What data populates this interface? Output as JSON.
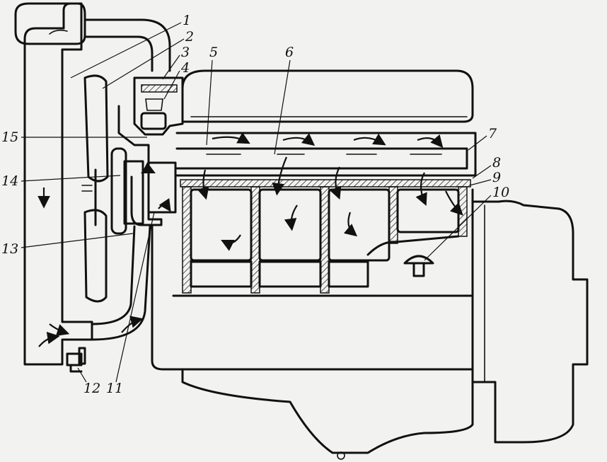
{
  "callouts": [
    {
      "id": "1",
      "label": "1"
    },
    {
      "id": "2",
      "label": "2"
    },
    {
      "id": "3",
      "label": "3"
    },
    {
      "id": "4",
      "label": "4"
    },
    {
      "id": "5",
      "label": "5"
    },
    {
      "id": "6",
      "label": "6"
    },
    {
      "id": "7",
      "label": "7"
    },
    {
      "id": "8",
      "label": "8"
    },
    {
      "id": "9",
      "label": "9"
    },
    {
      "id": "10",
      "label": "10"
    },
    {
      "id": "11",
      "label": "11"
    },
    {
      "id": "12",
      "label": "12"
    },
    {
      "id": "13",
      "label": "13"
    },
    {
      "id": "14",
      "label": "14"
    },
    {
      "id": "15",
      "label": "15"
    }
  ],
  "colors": {
    "ink": "#111111",
    "paper": "#f2f2f0",
    "hatch": "#111111"
  }
}
